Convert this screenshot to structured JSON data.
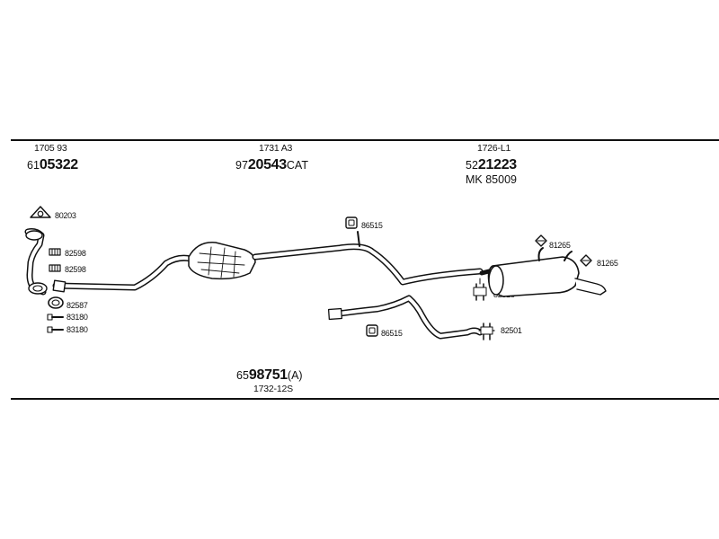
{
  "ref_top_left": "1705 93",
  "pn_left": {
    "prefix": "61",
    "main": "05322"
  },
  "ref_top_mid": "1731 A3",
  "pn_mid": {
    "prefix": "97",
    "main": "20543",
    "suffix": "CAT"
  },
  "ref_top_right": "1726-L1",
  "pn_right": {
    "prefix": "52",
    "main": "21223"
  },
  "pn_right_alt": "MK  85009",
  "pn_bottom": {
    "prefix": "65",
    "main": "98751",
    "suffix": "(A)"
  },
  "ref_bottom": "1732-12S",
  "parts": {
    "p80203": "80203",
    "p82598a": "82598",
    "p82598b": "82598",
    "p82587": "82587",
    "p83180a": "83180",
    "p83180b": "83180",
    "p86515a": "86515",
    "p86515b": "86515",
    "p81265a": "81265",
    "p81265b": "81265",
    "p82518": "82518",
    "p82501": "82501"
  }
}
